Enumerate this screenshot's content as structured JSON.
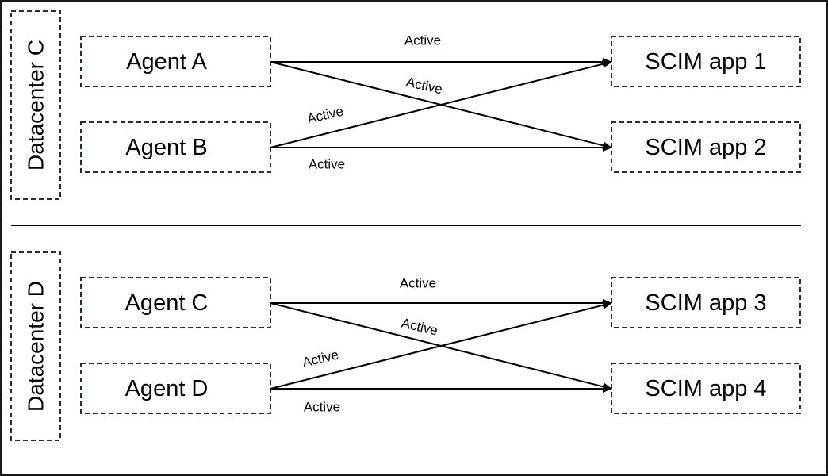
{
  "sections": [
    {
      "datacenter_label": "Datacenter C",
      "agents": [
        {
          "label": "Agent A"
        },
        {
          "label": "Agent B"
        }
      ],
      "apps": [
        {
          "label": "SCIM app 1"
        },
        {
          "label": "SCIM app 2"
        }
      ],
      "connections": [
        {
          "from": 0,
          "to": 0,
          "label": "Active"
        },
        {
          "from": 0,
          "to": 1,
          "label": "Active"
        },
        {
          "from": 1,
          "to": 0,
          "label": "Active"
        },
        {
          "from": 1,
          "to": 1,
          "label": "Active"
        }
      ]
    },
    {
      "datacenter_label": "Datacenter D",
      "agents": [
        {
          "label": "Agent C"
        },
        {
          "label": "Agent D"
        }
      ],
      "apps": [
        {
          "label": "SCIM app 3"
        },
        {
          "label": "SCIM app 4"
        }
      ],
      "connections": [
        {
          "from": 0,
          "to": 0,
          "label": "Active"
        },
        {
          "from": 0,
          "to": 1,
          "label": "Active"
        },
        {
          "from": 1,
          "to": 0,
          "label": "Active"
        },
        {
          "from": 1,
          "to": 1,
          "label": "Active"
        }
      ]
    }
  ]
}
